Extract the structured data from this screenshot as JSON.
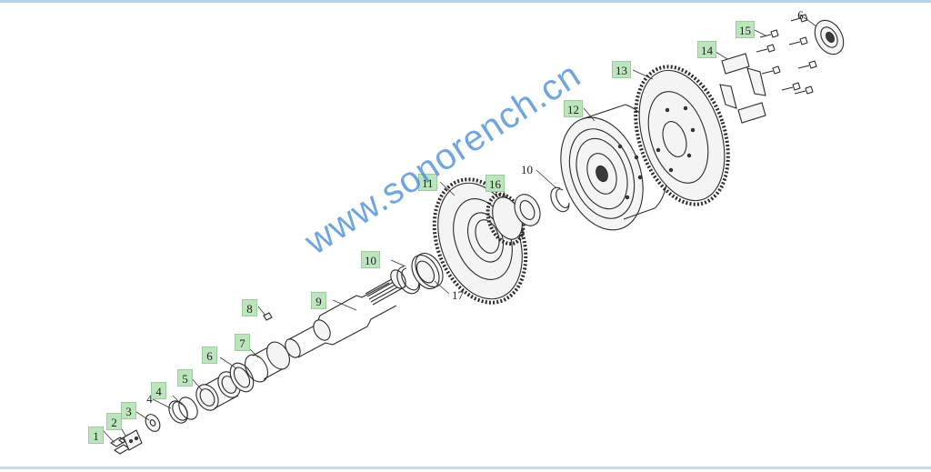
{
  "watermark": "www.sonorench.cn",
  "callouts": [
    {
      "id": "1",
      "label": "1",
      "boxed": true
    },
    {
      "id": "2",
      "label": "2",
      "boxed": true
    },
    {
      "id": "3",
      "label": "3",
      "boxed": true
    },
    {
      "id": "4a",
      "label": "4",
      "boxed": false
    },
    {
      "id": "4b",
      "label": "4",
      "boxed": true
    },
    {
      "id": "5",
      "label": "5",
      "boxed": true
    },
    {
      "id": "6a",
      "label": "6",
      "boxed": true
    },
    {
      "id": "6b",
      "label": "6",
      "boxed": false
    },
    {
      "id": "7",
      "label": "7",
      "boxed": true
    },
    {
      "id": "8",
      "label": "8",
      "boxed": true
    },
    {
      "id": "9",
      "label": "9",
      "boxed": true
    },
    {
      "id": "10a",
      "label": "10",
      "boxed": true
    },
    {
      "id": "10b",
      "label": "10",
      "boxed": false
    },
    {
      "id": "11",
      "label": "11",
      "boxed": true
    },
    {
      "id": "12",
      "label": "12",
      "boxed": true
    },
    {
      "id": "13",
      "label": "13",
      "boxed": true
    },
    {
      "id": "14",
      "label": "14",
      "boxed": true
    },
    {
      "id": "15",
      "label": "15",
      "boxed": true
    },
    {
      "id": "16",
      "label": "16",
      "boxed": true
    },
    {
      "id": "17",
      "label": "17",
      "boxed": false
    }
  ]
}
